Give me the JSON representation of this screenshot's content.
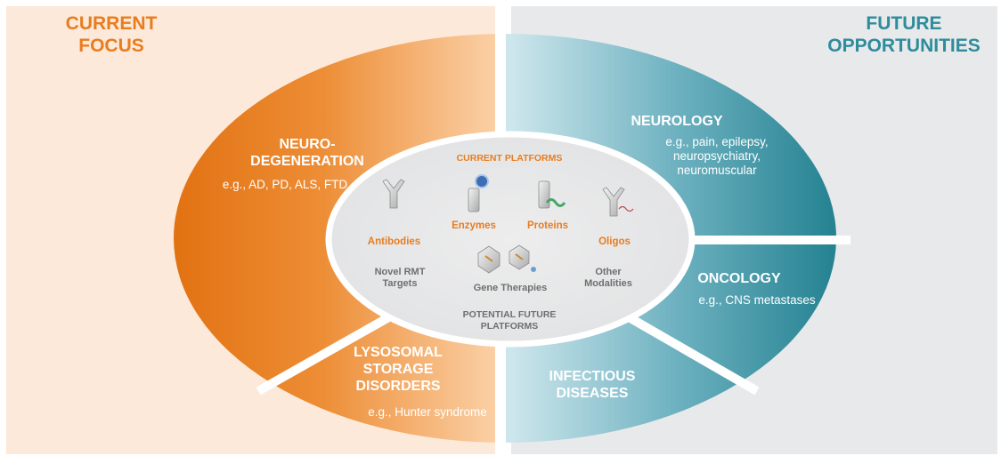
{
  "header": {
    "current_focus": "CURRENT FOCUS",
    "future_opportunities": "FUTURE OPPORTUNITIES"
  },
  "segments": {
    "neurodegeneration": {
      "title": "NEURO- DEGENERATION",
      "subtitle": "e.g., AD, PD, ALS, FTD"
    },
    "lysosomal": {
      "title": "LYSOSOMAL STORAGE DISORDERS",
      "subtitle": "e.g., Hunter syndrome"
    },
    "neurology": {
      "title": "NEUROLOGY",
      "subtitle": "e.g., pain, epilepsy, neuropsychiatry, neuromuscular"
    },
    "oncology": {
      "title": "ONCOLOGY",
      "subtitle": "e.g., CNS metastases"
    },
    "infectious": {
      "title": "INFECTIOUS DISEASES"
    }
  },
  "center": {
    "current_platforms_title": "CURRENT PLATFORMS",
    "platforms": [
      "Antibodies",
      "Enzymes",
      "Proteins",
      "Oligos"
    ],
    "future_items": [
      "Novel RMT Targets",
      "Gene Therapies",
      "Other Modalities"
    ],
    "potential_future_title": "POTENTIAL FUTURE PLATFORMS"
  },
  "colors": {
    "orange": "#e77b1e",
    "teal": "#2f8c9c",
    "left_panel": "#fde9d9",
    "right_panel": "#e8e9ea",
    "center_fill": "#e6e7e8"
  }
}
